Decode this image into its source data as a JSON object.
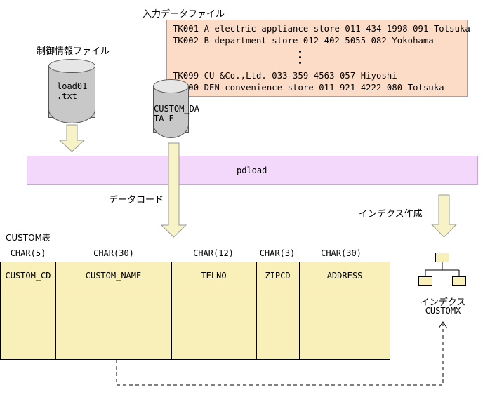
{
  "input_file": {
    "title": "入力データファイル",
    "records": [
      "TK001 A electric appliance store 011-434-1998 091 Totsuka",
      "TK002 B department store         012-402-5055 082 Yokohama",
      "TK099 CU &Co.,Ltd.               033-359-4563 057 Hiyoshi",
      "TK100 DEN convenience store      011-921-4222 080 Totsuka"
    ]
  },
  "control_file": {
    "title": "制御情報ファイル",
    "name": "load01\n.txt"
  },
  "rdarea": {
    "name": "CUSTOM_DA\nTA_E"
  },
  "utility": {
    "name": "pdload"
  },
  "data_load_label": "データロード",
  "index_create_label": "インデクス作成",
  "table": {
    "title": "CUSTOM表",
    "columns": [
      {
        "name": "CUSTOM_CD",
        "type": "CHAR(5)"
      },
      {
        "name": "CUSTOM_NAME",
        "type": "CHAR(30)"
      },
      {
        "name": "TELNO",
        "type": "CHAR(12)"
      },
      {
        "name": "ZIPCD",
        "type": "CHAR(3)"
      },
      {
        "name": "ADDRESS",
        "type": "CHAR(30)"
      }
    ]
  },
  "index": {
    "label": "インデクス",
    "name": "CUSTOMX"
  },
  "colors": {
    "data_file_fill": "#fcdcc6",
    "utility_fill": "#f4d8fb",
    "table_fill": "#f8f0b8",
    "arrow_fill": "#f7f3c6"
  }
}
